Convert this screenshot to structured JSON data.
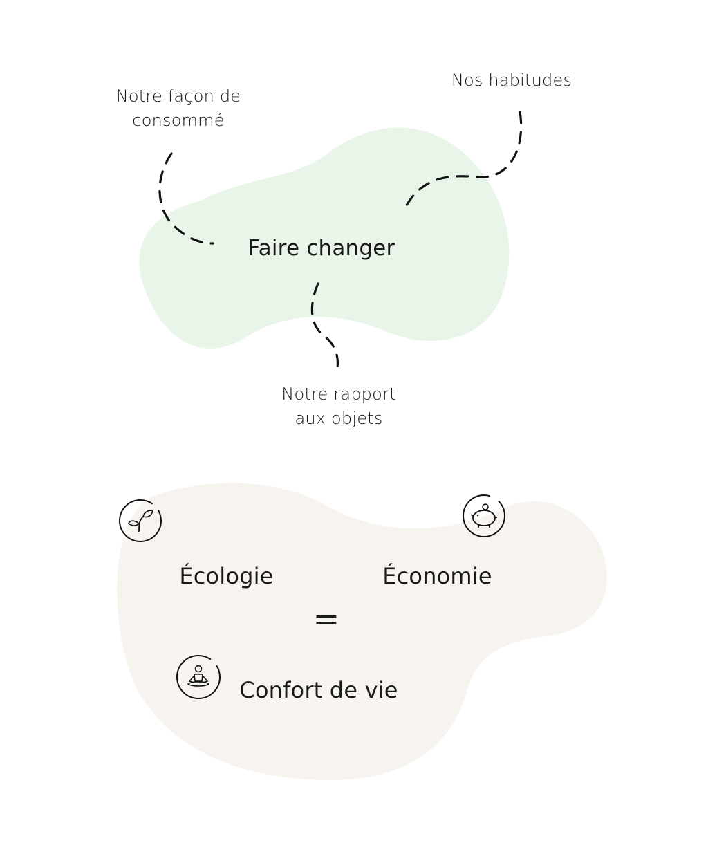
{
  "section_change": {
    "title": "Faire changer",
    "branches": {
      "consumption": {
        "line1": "Notre façon de",
        "line2": "consommé"
      },
      "habits": {
        "line1": "Nos habitudes"
      },
      "objects": {
        "line1": "Notre rapport",
        "line2": "aux objets"
      }
    },
    "blob_color": "#eaf5ea"
  },
  "section_benefits": {
    "ecology": {
      "label": "Écologie",
      "icon": "leaf-icon"
    },
    "economy": {
      "label": "Économie",
      "icon": "piggy-bank-icon"
    },
    "equals": "=",
    "comfort": {
      "label": "Confort de vie",
      "icon": "meditation-icon"
    },
    "blob_color": "#f7f4ef"
  },
  "colors": {
    "line": "#111111"
  }
}
